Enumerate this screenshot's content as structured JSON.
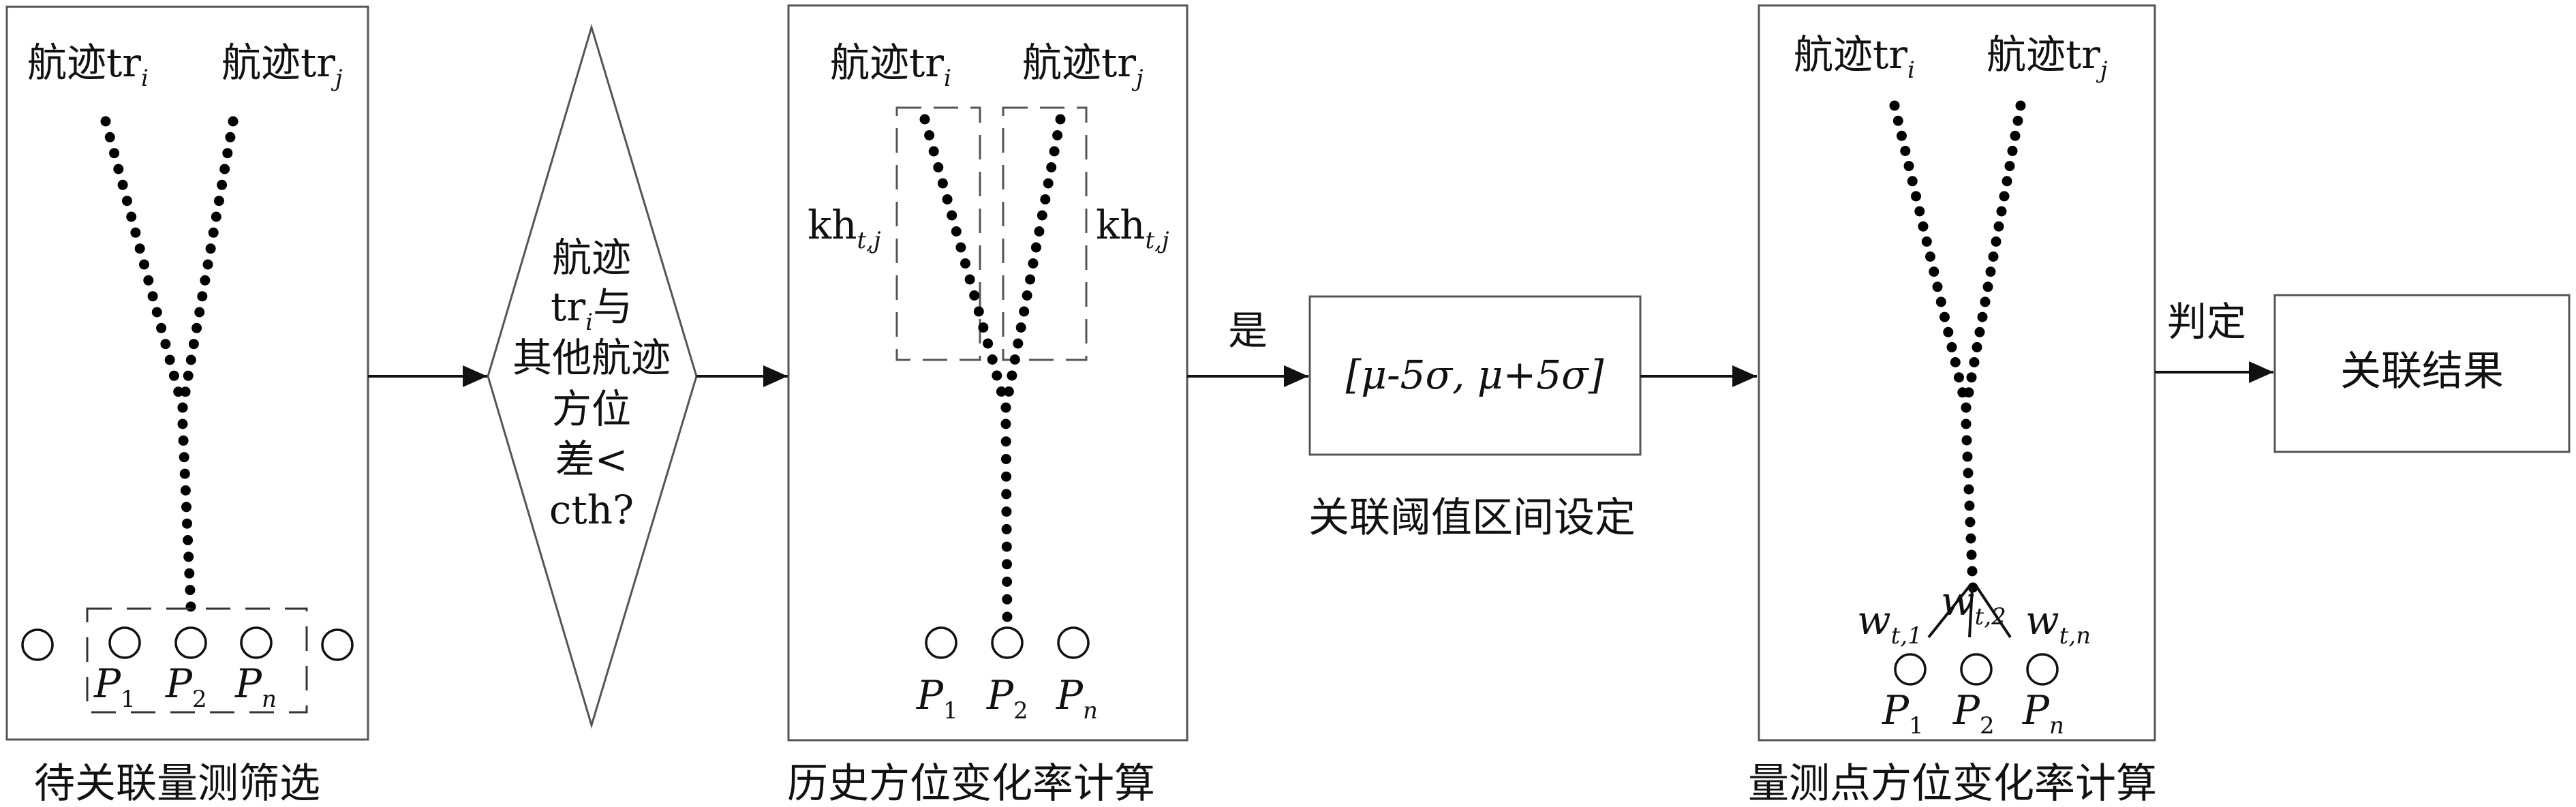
{
  "panel1": {
    "track_i": "航迹tr",
    "track_i_sub": "i",
    "track_j": "航迹tr",
    "track_j_sub": "j",
    "points": [
      {
        "base": "P",
        "sub": "1"
      },
      {
        "base": "P",
        "sub": "2"
      },
      {
        "base": "P",
        "sub": "n"
      }
    ],
    "caption": "待关联量测筛选"
  },
  "decision": {
    "lines": [
      "航迹",
      "tr",
      "与",
      "其他航迹",
      "方位",
      "差<",
      "cth?"
    ],
    "tr_sub": "i"
  },
  "panel2": {
    "track_i": "航迹tr",
    "track_i_sub": "i",
    "track_j": "航迹tr",
    "track_j_sub": "j",
    "kh_left": "kh",
    "kh_left_sub": "t,j",
    "kh_right": "kh",
    "kh_right_sub": "t,j",
    "points": [
      {
        "base": "P",
        "sub": "1"
      },
      {
        "base": "P",
        "sub": "2"
      },
      {
        "base": "P",
        "sub": "n"
      }
    ],
    "caption": "历史方位变化率计算"
  },
  "yes_label": "是",
  "threshold_box": {
    "text": "[μ-5σ, μ+5σ]",
    "caption": "关联阈值区间设定"
  },
  "panel3": {
    "track_i": "航迹tr",
    "track_i_sub": "i",
    "track_j": "航迹tr",
    "track_j_sub": "j",
    "weights": [
      {
        "base": "w",
        "sub": "t,1"
      },
      {
        "base": "w",
        "sub": "t,2"
      },
      {
        "base": "w",
        "sub": "t,n"
      }
    ],
    "points": [
      {
        "base": "P",
        "sub": "1"
      },
      {
        "base": "P",
        "sub": "2"
      },
      {
        "base": "P",
        "sub": "n"
      }
    ],
    "caption": "量测点方位变化率计算"
  },
  "judge_label": "判定",
  "result_box": {
    "text": "关联结果"
  },
  "colors": {
    "line": "#555555",
    "text": "#111111",
    "dot": "#000000"
  }
}
